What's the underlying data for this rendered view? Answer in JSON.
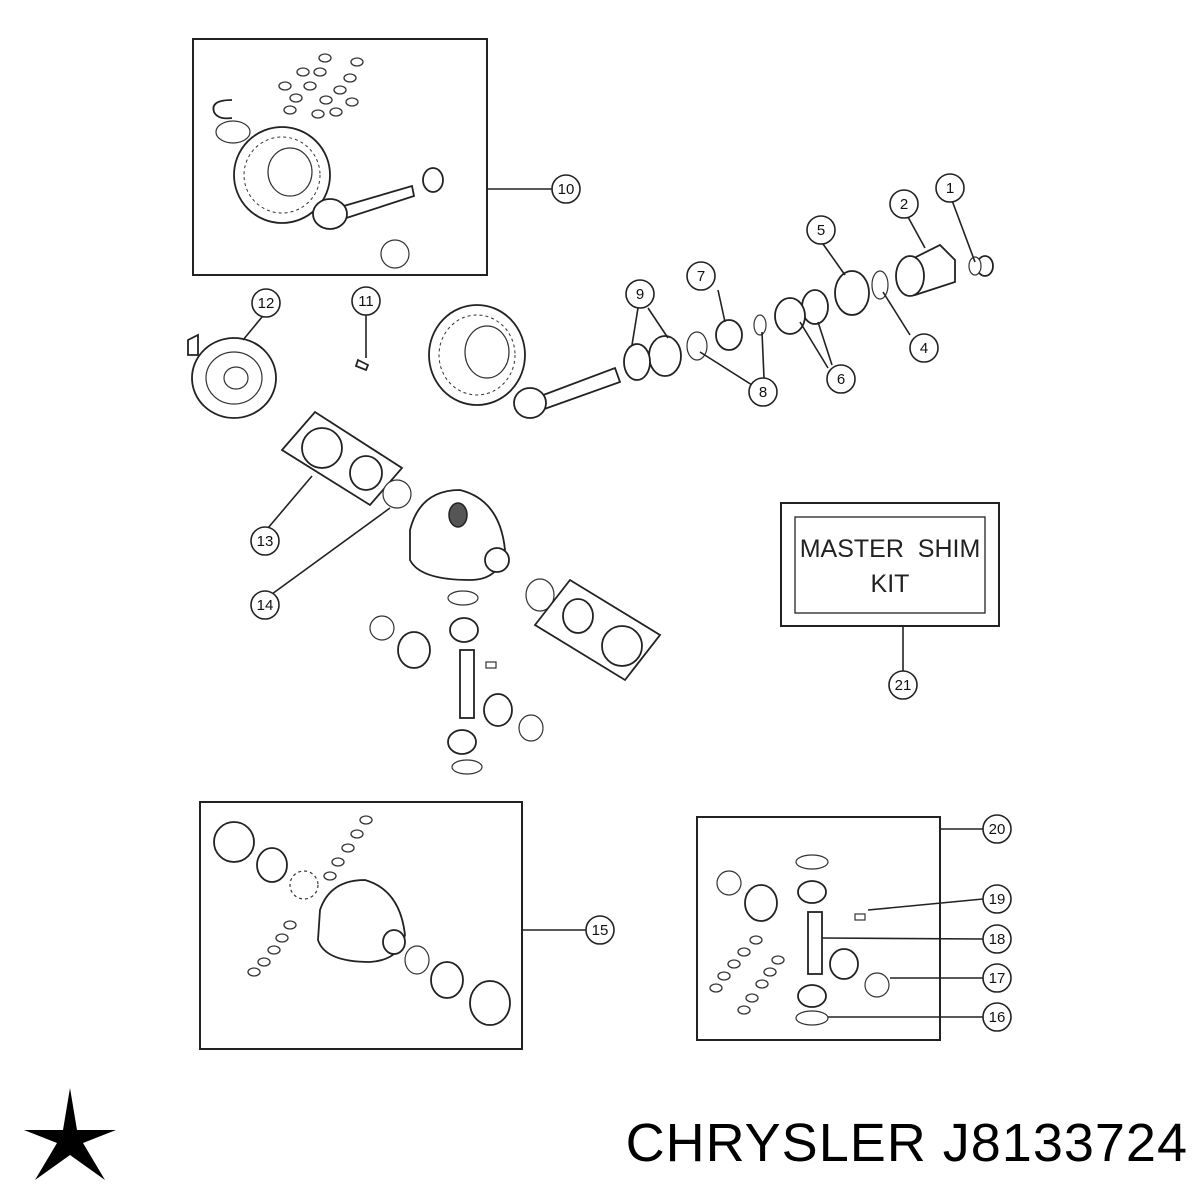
{
  "brand": {
    "name": "CHRYSLER",
    "part_number": "J8133724",
    "logo_icon": "pentastar-icon"
  },
  "shim_kit": {
    "line1": "MASTER  SHIM",
    "line2": "KIT"
  },
  "callouts": [
    {
      "id": "c1",
      "label": "1"
    },
    {
      "id": "c2",
      "label": "2"
    },
    {
      "id": "c4",
      "label": "4"
    },
    {
      "id": "c5",
      "label": "5"
    },
    {
      "id": "c6",
      "label": "6"
    },
    {
      "id": "c7",
      "label": "7"
    },
    {
      "id": "c8",
      "label": "8"
    },
    {
      "id": "c9",
      "label": "9"
    },
    {
      "id": "c10",
      "label": "10"
    },
    {
      "id": "c11",
      "label": "11"
    },
    {
      "id": "c12",
      "label": "12"
    },
    {
      "id": "c13",
      "label": "13"
    },
    {
      "id": "c14",
      "label": "14"
    },
    {
      "id": "c15",
      "label": "15"
    },
    {
      "id": "c16",
      "label": "16"
    },
    {
      "id": "c17",
      "label": "17"
    },
    {
      "id": "c18",
      "label": "18"
    },
    {
      "id": "c19",
      "label": "19"
    },
    {
      "id": "c20",
      "label": "20"
    },
    {
      "id": "c21",
      "label": "21"
    }
  ]
}
